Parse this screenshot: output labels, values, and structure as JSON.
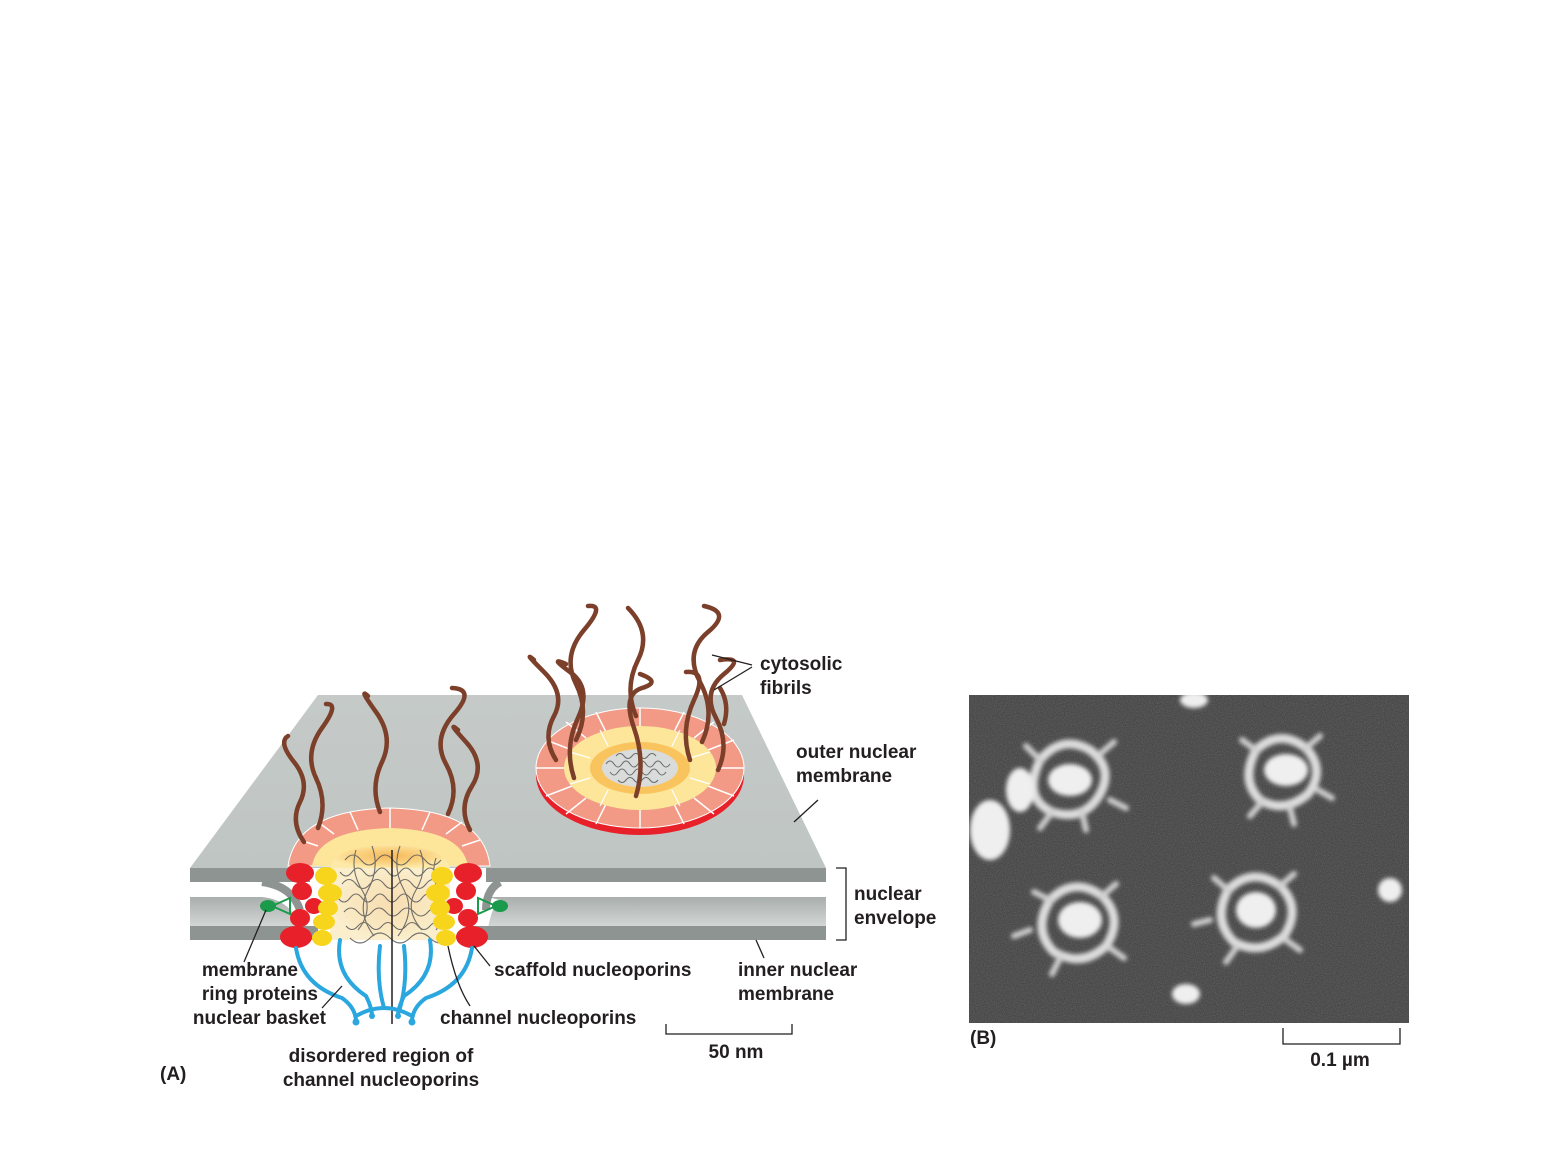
{
  "panel_a": {
    "panel_label": "(A)",
    "labels": {
      "cytosolic_fibrils": [
        "cytosolic",
        "fibrils"
      ],
      "outer_nuclear_membrane": [
        "outer nuclear",
        "membrane"
      ],
      "nuclear_envelope": [
        "nuclear",
        "envelope"
      ],
      "inner_nuclear_membrane": [
        "inner nuclear",
        "membrane"
      ],
      "membrane_ring_proteins": [
        "membrane",
        "ring proteins"
      ],
      "nuclear_basket": "nuclear basket",
      "scaffold_nucleoporins": "scaffold nucleoporins",
      "channel_nucleoporins": "channel nucleoporins",
      "disordered_region": [
        "disordered region of",
        "channel nucleoporins"
      ]
    },
    "scale_bar": "50 nm",
    "colors": {
      "membrane": "#c9cecc",
      "membrane_edge": "#8a908e",
      "fibril": "#7b3f2a",
      "outer_ring": "#f08c78",
      "inner_ring": "#fde69a",
      "scaffold": "#e8202a",
      "channel": "#f7d51d",
      "basket": "#2aa7de",
      "membrane_ring": "#1a9a4a"
    }
  },
  "panel_b": {
    "panel_label": "(B)",
    "scale_bar": "0.1 µm",
    "image_description_icon": "electron-micrograph-nuclear-pores"
  }
}
